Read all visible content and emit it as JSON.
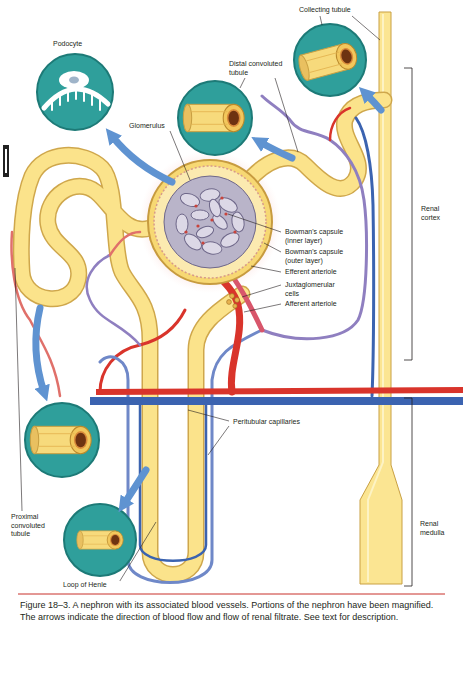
{
  "diagram": {
    "caption": "Figure 18–3. A nephron with its associated blood vessels. Portions of the nephron have been magnified. The arrows indicate the direction of blood flow and flow of renal filtrate. See text for description.",
    "labels": [
      "Collecting tubule",
      "Podocyte",
      "Distal convoluted tubule",
      "Glomerulus",
      "Renal cortex",
      "Bowman's capsule (inner layer)",
      "Bowman's capsule (outer layer)",
      "Efferent arteriole",
      "Juxtaglomerular cells",
      "Afferent arteriole",
      "Peritubular capillaries",
      "Proximal convoluted tubule",
      "Renal medulla",
      "Loop of Henle"
    ]
  }
}
